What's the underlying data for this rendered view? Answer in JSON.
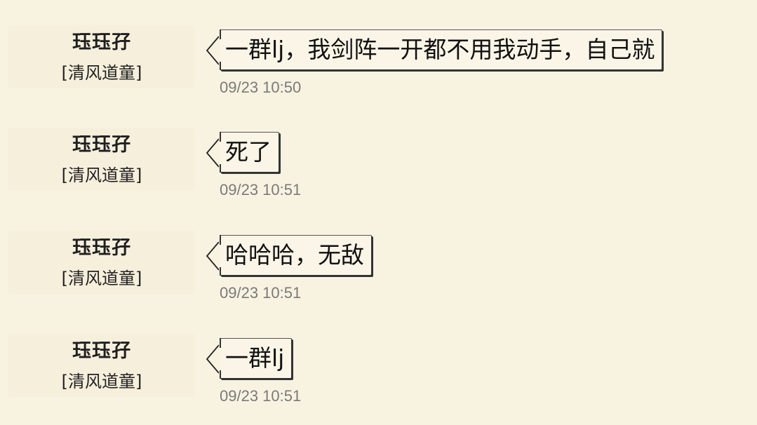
{
  "messages": [
    {
      "sender": "珏珏孖",
      "title": "[清风道童]",
      "text": "一群lj，我剑阵一开都不用我动手，自己就",
      "time": "09/23 10:50"
    },
    {
      "sender": "珏珏孖",
      "title": "[清风道童]",
      "text": "死了",
      "time": "09/23 10:51"
    },
    {
      "sender": "珏珏孖",
      "title": "[清风道童]",
      "text": "哈哈哈，无敌",
      "time": "09/23 10:51"
    },
    {
      "sender": "珏珏孖",
      "title": "[清风道童]",
      "text": "一群lj",
      "time": "09/23 10:51"
    }
  ]
}
